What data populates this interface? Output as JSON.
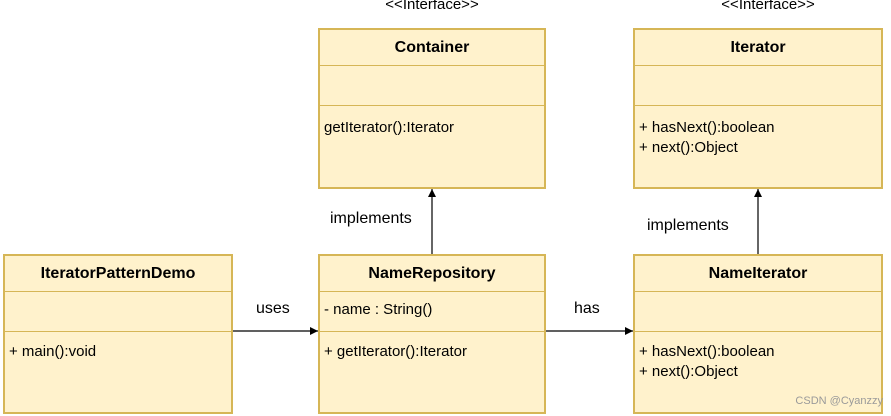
{
  "container": {
    "stereotype": "<<Interface>>",
    "name": "Container",
    "operations": [
      "getIterator():Iterator"
    ]
  },
  "iterator": {
    "stereotype": "<<Interface>>",
    "name": "Iterator",
    "operations": [
      "+ hasNext():boolean",
      "+ next():Object"
    ]
  },
  "demo": {
    "name": "IteratorPatternDemo",
    "operations": [
      "+ main():void"
    ]
  },
  "name_repository": {
    "name": "NameRepository",
    "attributes": [
      "- name : String()"
    ],
    "operations": [
      "+ getIterator():Iterator"
    ]
  },
  "name_iterator": {
    "name": "NameIterator",
    "operations": [
      "+ hasNext():boolean",
      "+ next():Object"
    ]
  },
  "relations": {
    "uses": "uses",
    "has": "has",
    "implements_left": "implements",
    "implements_right": "implements"
  },
  "watermark": "CSDN @Cyanzzy",
  "colors": {
    "class_fill": "#fff2cc",
    "class_border": "#d6b656",
    "line": "#000000"
  }
}
